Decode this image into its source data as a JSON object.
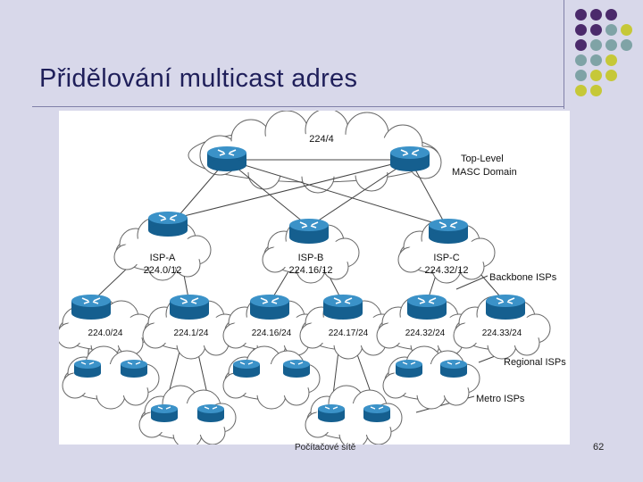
{
  "slide": {
    "title": "Přidělování multicast adres",
    "footer": "Počítačové sítě",
    "page_number": "62"
  },
  "diagram": {
    "top_domain": {
      "prefix": "224/4",
      "label_line1": "Top-Level",
      "label_line2": "MASC Domain"
    },
    "backbone": [
      {
        "name": "ISP-A",
        "prefix": "224.0/12"
      },
      {
        "name": "ISP-B",
        "prefix": "224.16/12"
      },
      {
        "name": "ISP-C",
        "prefix": "224.32/12"
      }
    ],
    "regional": [
      {
        "prefix": "224.0/24"
      },
      {
        "prefix": "224.1/24"
      },
      {
        "prefix": "224.16/24"
      },
      {
        "prefix": "224.17/24"
      },
      {
        "prefix": "224.32/24"
      },
      {
        "prefix": "224.33/24"
      }
    ],
    "tier_labels": {
      "backbone": "Backbone ISPs",
      "regional": "Regional ISPs",
      "metro": "Metro ISPs"
    }
  },
  "theme": {
    "purple": "#4b2a6b",
    "teal": "#7fa3a6",
    "yellow": "#c6c838",
    "router": "#1a6fa3"
  }
}
